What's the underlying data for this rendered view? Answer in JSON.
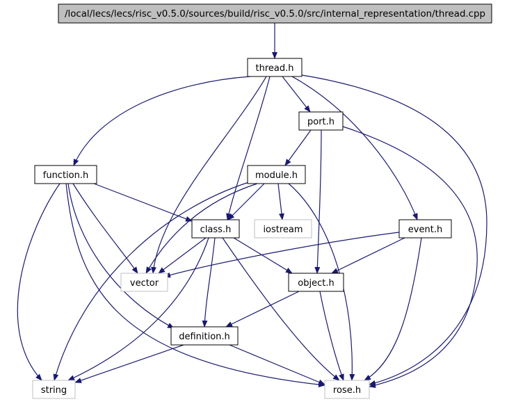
{
  "diagram": {
    "root_file": "/local/lecs/lecs/risc_v0.5.0/sources/build/risc_v0.5.0/src/internal_representation/thread.cpp",
    "colors": {
      "background": "#ffffff",
      "root_fill": "#bfbfbf",
      "edge": "#191970",
      "node_border": "#000000",
      "system_header_border": "#bfbfbf"
    },
    "nodes": [
      {
        "id": "thread_cpp",
        "label": "/local/lecs/lecs/risc_v0.5.0/sources/build/risc_v0.5.0/src/internal_representation/thread.cpp",
        "kind": "root"
      },
      {
        "id": "thread_h",
        "label": "thread.h",
        "kind": "project"
      },
      {
        "id": "port_h",
        "label": "port.h",
        "kind": "project"
      },
      {
        "id": "function_h",
        "label": "function.h",
        "kind": "project"
      },
      {
        "id": "module_h",
        "label": "module.h",
        "kind": "project"
      },
      {
        "id": "class_h",
        "label": "class.h",
        "kind": "project"
      },
      {
        "id": "iostream",
        "label": "iostream",
        "kind": "system"
      },
      {
        "id": "event_h",
        "label": "event.h",
        "kind": "project"
      },
      {
        "id": "vector",
        "label": "vector",
        "kind": "system"
      },
      {
        "id": "object_h",
        "label": "object.h",
        "kind": "project"
      },
      {
        "id": "definition_h",
        "label": "definition.h",
        "kind": "project"
      },
      {
        "id": "string",
        "label": "string",
        "kind": "system"
      },
      {
        "id": "rose_h",
        "label": "rose.h",
        "kind": "project"
      }
    ],
    "edges": [
      {
        "from": "thread_cpp",
        "to": "thread_h"
      },
      {
        "from": "thread_h",
        "to": "function_h"
      },
      {
        "from": "thread_h",
        "to": "vector"
      },
      {
        "from": "thread_h",
        "to": "class_h"
      },
      {
        "from": "thread_h",
        "to": "port_h"
      },
      {
        "from": "thread_h",
        "to": "event_h"
      },
      {
        "from": "thread_h",
        "to": "rose_h"
      },
      {
        "from": "port_h",
        "to": "module_h"
      },
      {
        "from": "port_h",
        "to": "object_h"
      },
      {
        "from": "port_h",
        "to": "rose_h"
      },
      {
        "from": "function_h",
        "to": "class_h"
      },
      {
        "from": "function_h",
        "to": "vector"
      },
      {
        "from": "function_h",
        "to": "string"
      },
      {
        "from": "function_h",
        "to": "definition_h"
      },
      {
        "from": "function_h",
        "to": "rose_h"
      },
      {
        "from": "module_h",
        "to": "class_h"
      },
      {
        "from": "module_h",
        "to": "iostream"
      },
      {
        "from": "module_h",
        "to": "vector"
      },
      {
        "from": "module_h",
        "to": "string"
      },
      {
        "from": "module_h",
        "to": "rose_h"
      },
      {
        "from": "class_h",
        "to": "vector"
      },
      {
        "from": "class_h",
        "to": "object_h"
      },
      {
        "from": "class_h",
        "to": "definition_h"
      },
      {
        "from": "class_h",
        "to": "string"
      },
      {
        "from": "class_h",
        "to": "rose_h"
      },
      {
        "from": "event_h",
        "to": "vector"
      },
      {
        "from": "event_h",
        "to": "object_h"
      },
      {
        "from": "event_h",
        "to": "rose_h"
      },
      {
        "from": "object_h",
        "to": "definition_h"
      },
      {
        "from": "object_h",
        "to": "rose_h"
      },
      {
        "from": "definition_h",
        "to": "string"
      },
      {
        "from": "definition_h",
        "to": "rose_h"
      }
    ]
  }
}
